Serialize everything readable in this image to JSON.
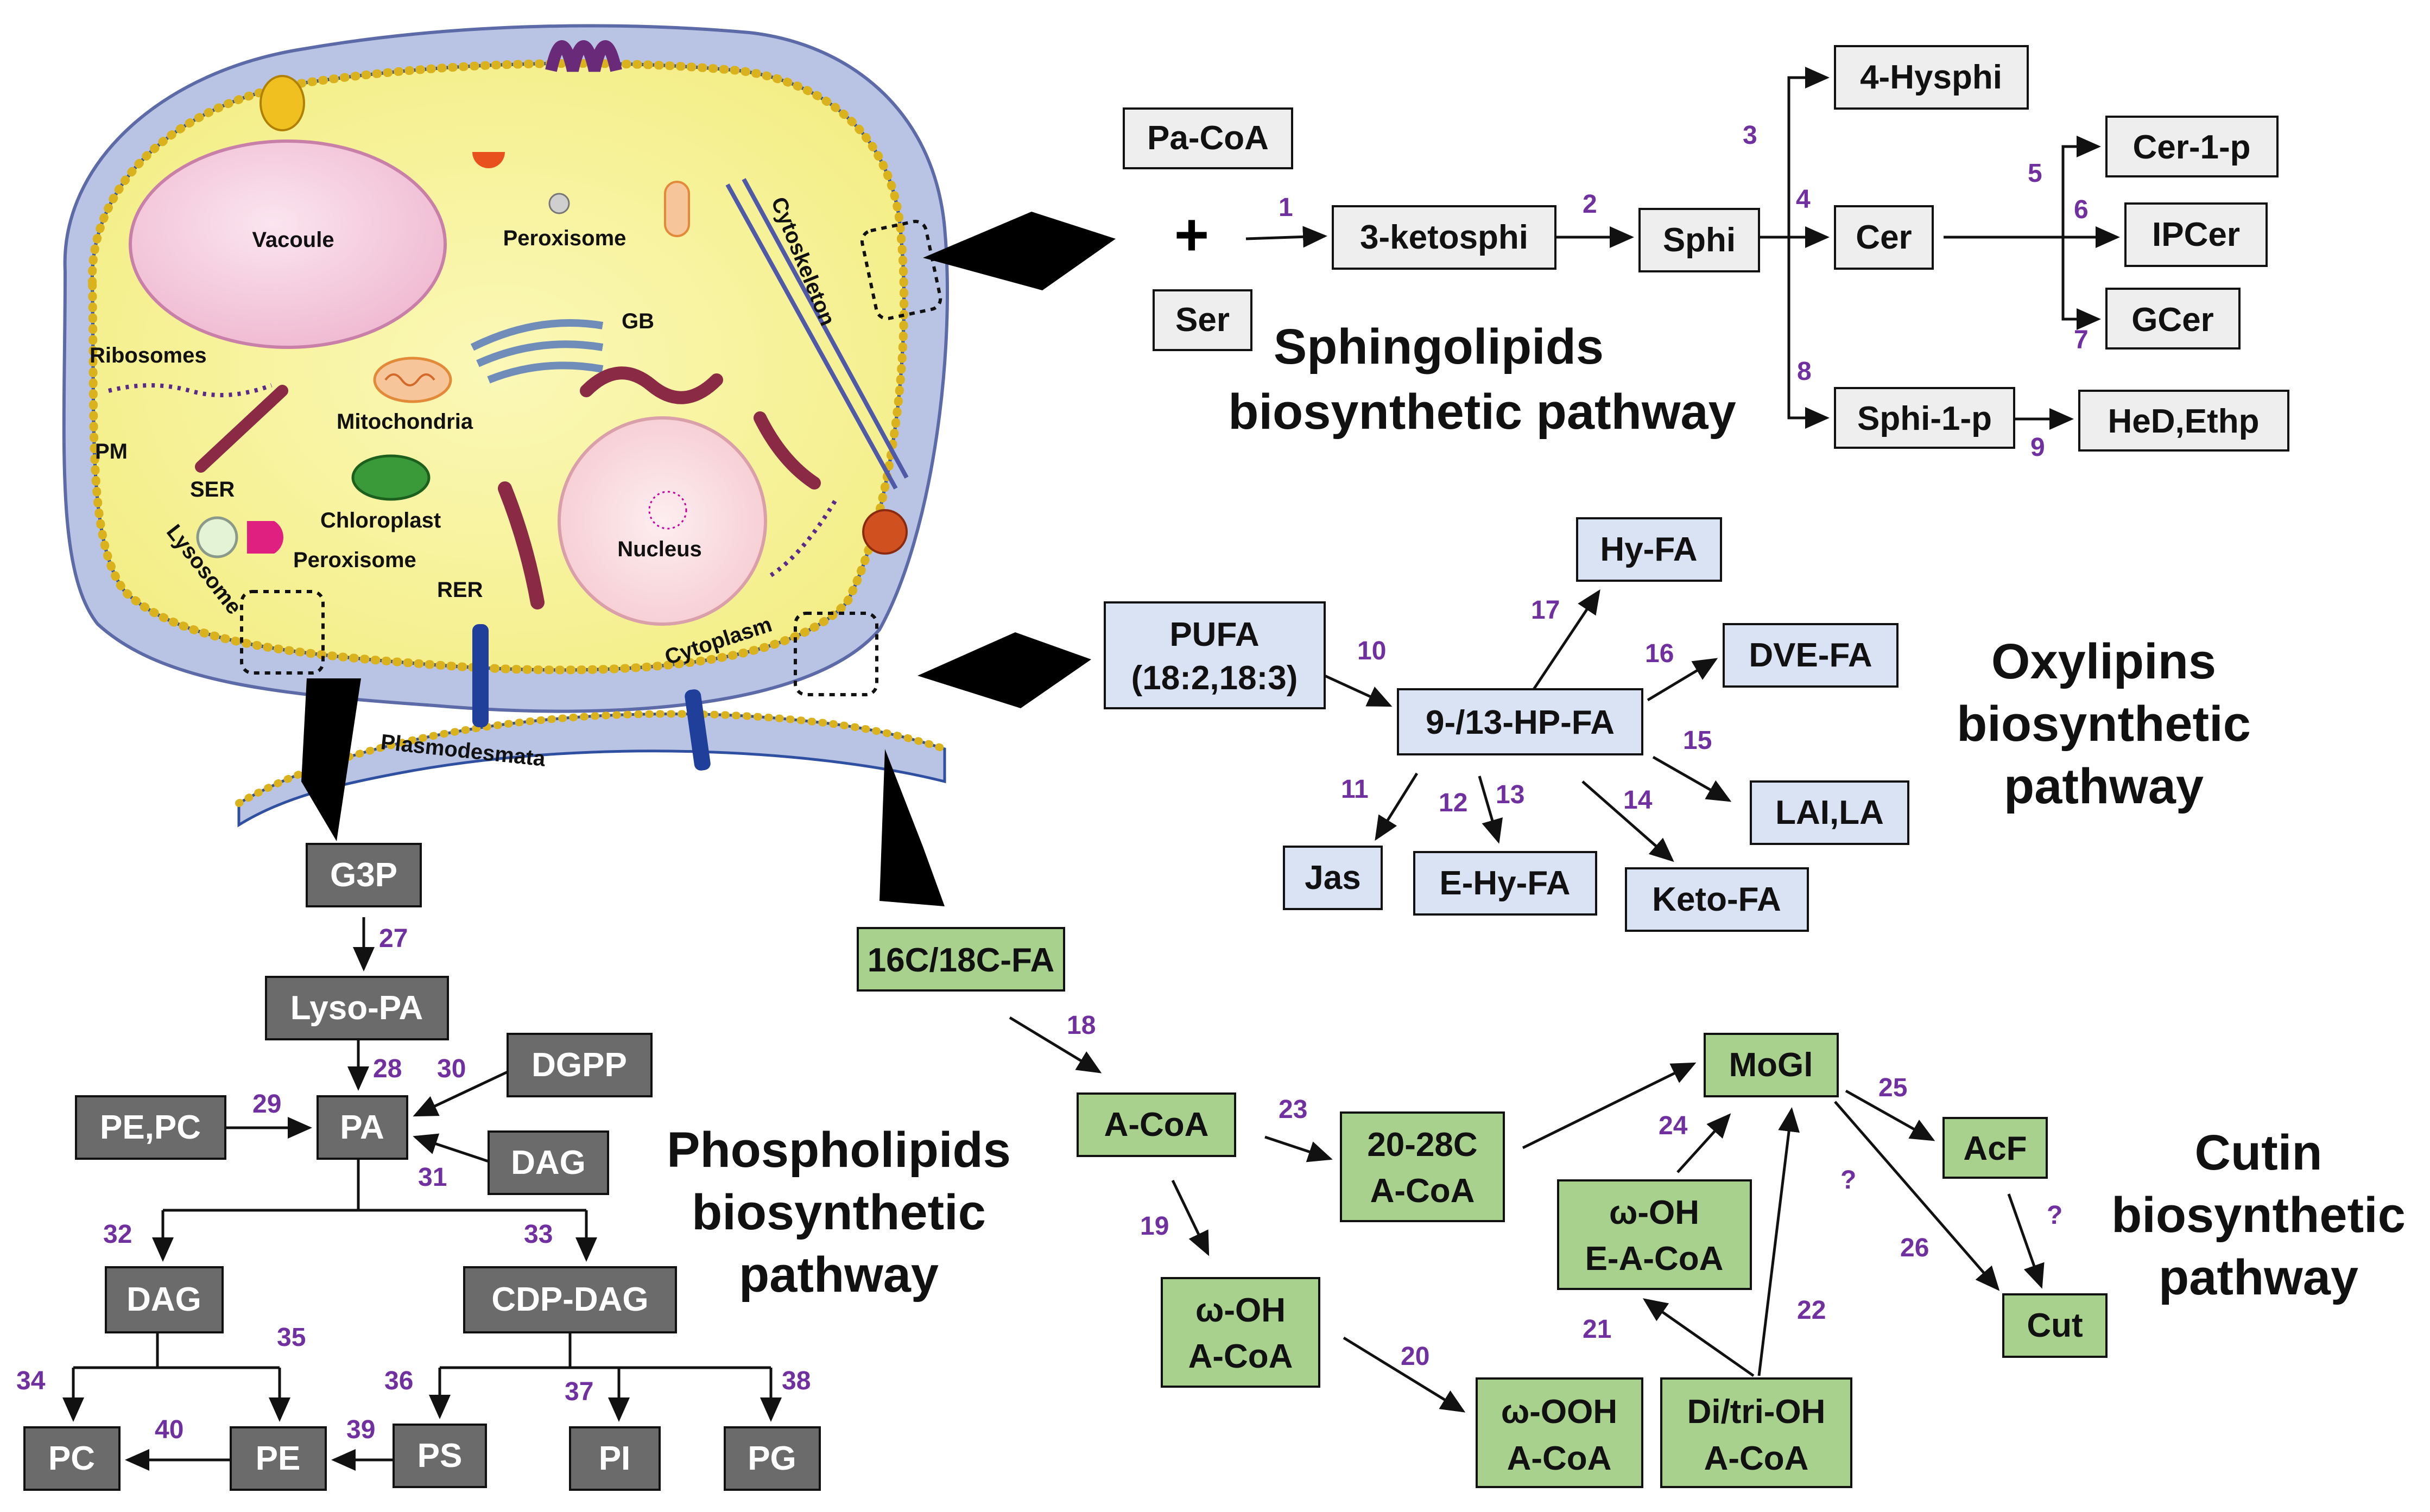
{
  "colors": {
    "sphingo_box": "#eeeeee",
    "oxy_box": "#dae3f3",
    "cutin_box": "#a9d18e",
    "phospho_box": "#6b6b6b",
    "step_number": "#7030a0"
  },
  "cell": {
    "labels": {
      "vacuole": "Vacoule",
      "peroxisome_top": "Peroxisome",
      "gb": "GB",
      "cytoskeleton": "Cytoskeleton",
      "ribosomes": "Ribosomes",
      "mitochondria": "Mitochondria",
      "pm": "PM",
      "ser": "SER",
      "chloroplast": "Chloroplast",
      "peroxisome_bottom": "Peroxisome",
      "lysosome": "Lysosome",
      "rer": "RER",
      "nucleus": "Nucleus",
      "cytoplasm": "Cytoplasm",
      "plasmodesmata": "Plasmodesmata"
    }
  },
  "sphingolipids": {
    "title_line1": "Sphingolipids",
    "title_line2": "biosynthetic pathway",
    "nodes": {
      "pacoa": "Pa-CoA",
      "plus": "+",
      "ser": "Ser",
      "ketosphi": "3-ketosphi",
      "sphi": "Sphi",
      "hysphi": "4-Hysphi",
      "cer": "Cer",
      "cer1p": "Cer-1-p",
      "ipcer": "IPCer",
      "gcer": "GCer",
      "sphi1p": "Sphi-1-p",
      "hed": "HeD,Ethp"
    },
    "steps": {
      "s1": "1",
      "s2": "2",
      "s3": "3",
      "s4": "4",
      "s5": "5",
      "s6": "6",
      "s7": "7",
      "s8": "8",
      "s9": "9"
    }
  },
  "oxylipins": {
    "title_line1": "Oxylipins",
    "title_line2": "biosynthetic",
    "title_line3": "pathway",
    "nodes": {
      "pufa_l1": "PUFA",
      "pufa_l2": "(18:2,18:3)",
      "hpfa": "9-/13-HP-FA",
      "hyfa": "Hy-FA",
      "dvefa": "DVE-FA",
      "laila": "LAI,LA",
      "jas": "Jas",
      "ehyfa": "E-Hy-FA",
      "ketofa": "Keto-FA"
    },
    "steps": {
      "s10": "10",
      "s11": "11",
      "s12": "12",
      "s13": "13",
      "s14": "14",
      "s15": "15",
      "s16": "16",
      "s17": "17"
    }
  },
  "cutin": {
    "title_line1": "Cutin",
    "title_line2": "biosynthetic",
    "title_line3": "pathway",
    "nodes": {
      "fa1618": "16C/18C-FA",
      "acoa": "A-CoA",
      "c2028_l1": "20-28C",
      "c2028_l2": "A-CoA",
      "wohacoa_l1": "ω-OH",
      "wohacoa_l2": "A-CoA",
      "woohacoa_l1": "ω-OOH",
      "woohacoa_l2": "A-CoA",
      "woheacoa_l1": "ω-OH",
      "woheacoa_l2": "E-A-CoA",
      "ditri_l1": "Di/tri-OH",
      "ditri_l2": "A-CoA",
      "mogl": "MoGl",
      "acf": "AcF",
      "cut": "Cut"
    },
    "steps": {
      "s18": "18",
      "s19": "19",
      "s20": "20",
      "s21": "21",
      "s22": "22",
      "s23": "23",
      "s24": "24",
      "s25": "25",
      "s26": "26",
      "q1": "?",
      "q2": "?"
    }
  },
  "phospholipids": {
    "title_line1": "Phospholipids",
    "title_line2": "biosynthetic",
    "title_line3": "pathway",
    "nodes": {
      "g3p": "G3P",
      "lysopa": "Lyso-PA",
      "pa": "PA",
      "pepc": "PE,PC",
      "dgpp": "DGPP",
      "dag_side": "DAG",
      "dag": "DAG",
      "cdpdag": "CDP-DAG",
      "pc": "PC",
      "pe": "PE",
      "ps": "PS",
      "pi": "PI",
      "pg": "PG"
    },
    "steps": {
      "s27": "27",
      "s28": "28",
      "s29": "29",
      "s30": "30",
      "s31": "31",
      "s32": "32",
      "s33": "33",
      "s34": "34",
      "s35": "35",
      "s36": "36",
      "s37": "37",
      "s38": "38",
      "s39": "39",
      "s40": "40"
    }
  }
}
